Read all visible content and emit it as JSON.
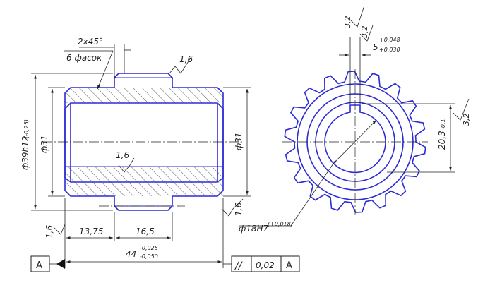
{
  "colors": {
    "outline": "#2b2bd6",
    "lines": "#222222",
    "background": "#ffffff"
  },
  "chamfer": {
    "size": "2x45°",
    "count": "6 фасок"
  },
  "roughness": {
    "top_key": "1,6",
    "bore": "1,6",
    "right_face": "1,6",
    "left_face": "1,6",
    "end_view_top_a": "3,2",
    "end_view_top_b": "3,2",
    "end_view_right": "3,2"
  },
  "dims": {
    "outer_diameter": {
      "main": "ф39h12",
      "tol": "(-0,25)"
    },
    "bore_left": "ф31",
    "bore_right": "ф31",
    "length_left": "13,75",
    "length_key": "16,5",
    "total_length": {
      "main": "44",
      "tol_upper": "-0,025",
      "tol_lower": "-0,050"
    },
    "keyway_width": {
      "main": "5",
      "tol_upper": "+0,048",
      "tol_lower": "+0,030"
    },
    "keyway_depth": {
      "main": "20,3",
      "tol": "-0,1"
    },
    "hole_diameter": {
      "main": "ф18H7",
      "tol": "(+0,018)"
    }
  },
  "datum": {
    "label": "A"
  },
  "tolerance_frame": {
    "symbol": "//",
    "value": "0,02",
    "datum": "A"
  }
}
